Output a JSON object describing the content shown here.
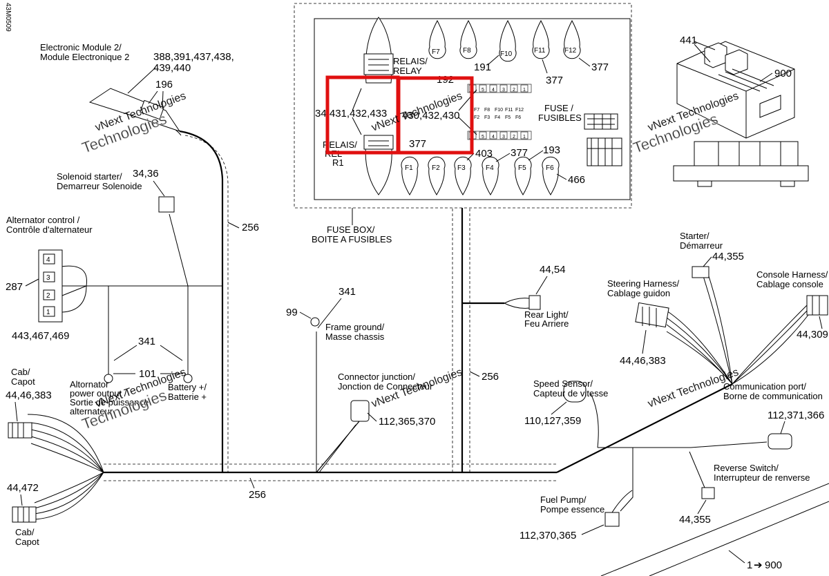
{
  "figure_code": "43M0509",
  "fuse_box": {
    "label_en": "FUSE BOX/",
    "label_fr": "BOITE A FUSIBLES",
    "fuses": [
      "F1",
      "F2",
      "F3",
      "F4",
      "F5",
      "F6",
      "F7",
      "F8",
      "F10",
      "F11",
      "F12"
    ],
    "relay_top_en": "RELAIS/",
    "relay_top_fr": "RELAY",
    "relay_bottom_en": "RELAIS/",
    "relay_bottom_fr": "REL",
    "relay_bottom_id": "R1",
    "fuse_label_1": "FUSE /",
    "fuse_label_2": "FUSIBLES",
    "ref_relay": "34,431,432,433",
    "ref_fuses": "430,432,430",
    "ref_f8": "192",
    "ref_f10": "191",
    "ref_f11": "377",
    "ref_f12": "377",
    "ref_f1": "377",
    "ref_f3": "403",
    "ref_f4": "377",
    "ref_f5": "193",
    "ref_f6": "466",
    "mini_top": [
      "6",
      "5",
      "4",
      "3",
      "2",
      "1"
    ],
    "mini_mid_top": [
      "F7",
      "F8",
      "F10",
      "F11",
      "F12"
    ],
    "mini_mid_bot": [
      "F2",
      "F3",
      "F4",
      "F5",
      "F6"
    ],
    "mini_bot": [
      "6",
      "5",
      "4",
      "3",
      "2",
      "1"
    ]
  },
  "electronic_module": {
    "label_1": "Electronic Module 2/",
    "label_2": "Module Electronique 2",
    "ref_1": "388,391,437,438,",
    "ref_2": "439,440",
    "ref_pins": "196"
  },
  "solenoid": {
    "label_1": "Solenoid starter/",
    "label_2": "Demarreur Solenoide",
    "ref": "34,36"
  },
  "alternator_control": {
    "label_1": "Alternator control /",
    "label_2": "Contrôle d'alternateur",
    "pins": [
      "4",
      "3",
      "2",
      "1"
    ],
    "ref_side": "287",
    "ref_bottom": "443,467,469"
  },
  "ring_terminals": {
    "ref_341": "341",
    "ref_101": "101",
    "alt_out_1": "Altornator",
    "alt_out_2": "power output /",
    "alt_out_3": "Sortie de puissance",
    "alt_out_4": "alternateur",
    "battery_1": "Battery +/",
    "battery_2": "Batterie +"
  },
  "frame_ground": {
    "ref_99": "99",
    "ref_341": "341",
    "label_1": "Frame ground/",
    "label_2": "Masse chassis"
  },
  "connector_junction": {
    "label_1": "Connector junction/",
    "label_2": "Jonction de Connecteur",
    "ref": "112,365,370"
  },
  "cab_top": {
    "label_1": "Cab/",
    "label_2": "Capot",
    "ref": "44,46,383"
  },
  "cab_bottom": {
    "label_1": "Cab/",
    "label_2": "Capot",
    "ref": "44,472"
  },
  "harness_refs": {
    "h256_a": "256",
    "h256_b": "256",
    "h256_c": "256"
  },
  "rear_light": {
    "label_1": "Rear Light/",
    "label_2": "Feu Arriere",
    "ref": "44,54"
  },
  "speed_sensor": {
    "label_1": "Speed Sensor/",
    "label_2": "Capteur de vitesse",
    "ref": "110,127,359"
  },
  "fuel_pump": {
    "label_1": "Fuel Pump/",
    "label_2": "Pompe essence",
    "ref": "112,370,365"
  },
  "starter": {
    "label_1": "Starter/",
    "label_2": "Démarreur",
    "ref": "44,355"
  },
  "steering": {
    "label_1": "Steering Harness/",
    "label_2": "Cablage guidon",
    "ref": "44,46,383"
  },
  "console": {
    "label_1": "Console Harness/",
    "label_2": "Cablage console",
    "ref": "44,309"
  },
  "comm_port": {
    "label_1": "Communication port/",
    "label_2": "Borne de communication",
    "ref": "112,371,366"
  },
  "reverse": {
    "label_1": "Reverse Switch/",
    "label_2": "Interrupteur de renverse",
    "ref": "44,355"
  },
  "fusebox_3d": {
    "ref_441": "441",
    "ref_900": "900"
  },
  "ref_bottom": "1",
  "ref_bottom_target": "900",
  "watermark_1": "vNext Technologies",
  "watermark_2": "Technologies",
  "colors": {
    "highlight": "#e01010",
    "line": "#000000",
    "watermark": "#d0d0d0"
  }
}
